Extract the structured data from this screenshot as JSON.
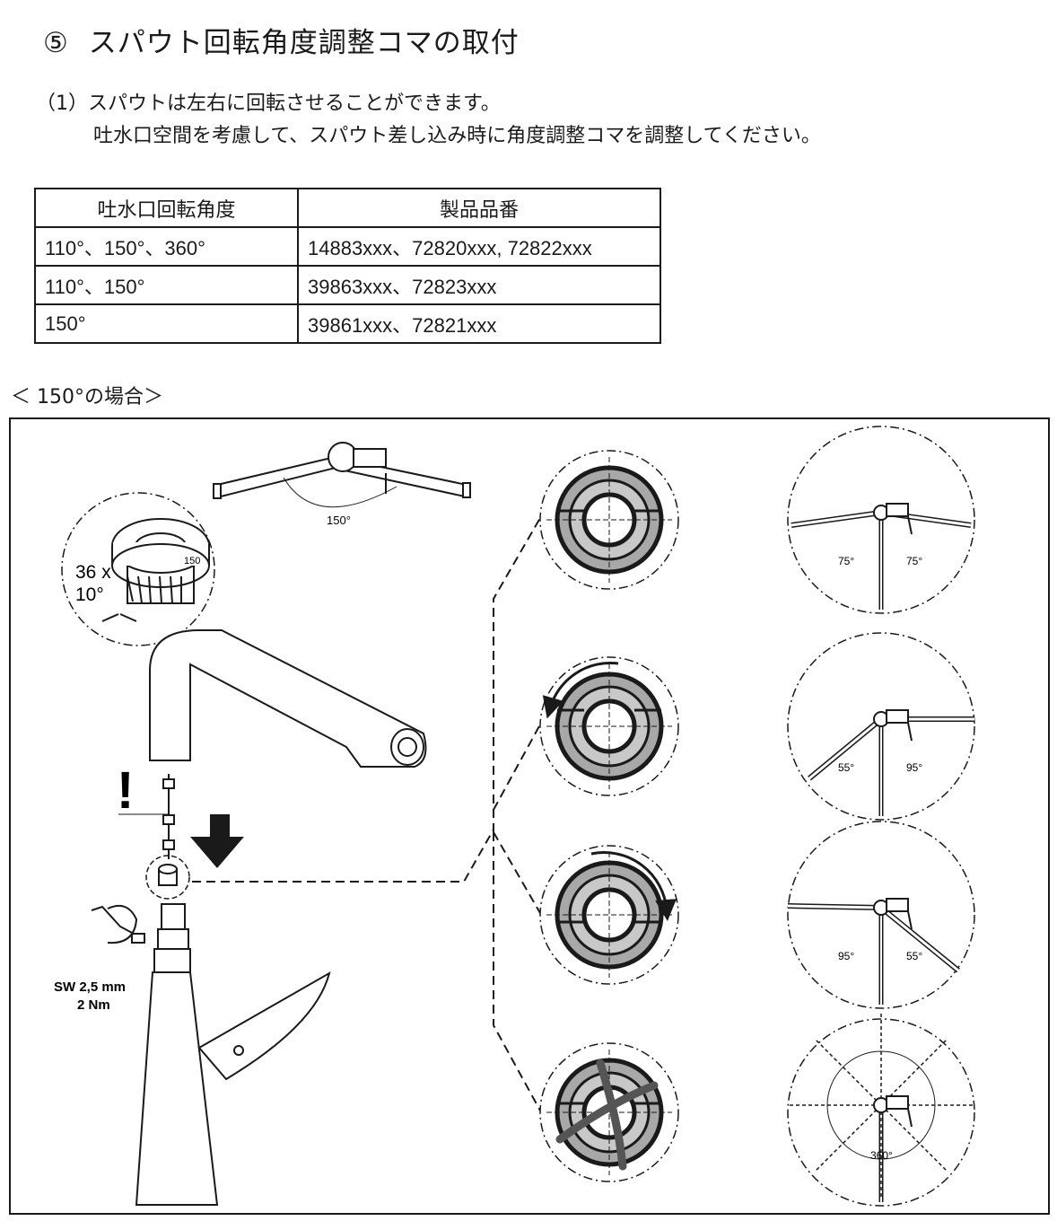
{
  "heading": {
    "number": "⑤",
    "title": "スパウト回転角度調整コマの取付"
  },
  "intro": {
    "line1": "（1）スパウトは左右に回転させることができます。",
    "line2": "吐水口空間を考慮して、スパウト差し込み時に角度調整コマを調整してください。"
  },
  "table": {
    "headers": [
      "吐水口回転角度",
      "製品品番"
    ],
    "rows": [
      [
        "110°、150°、360°",
        "14883xxx、72820xxx, 72822xxx"
      ],
      [
        "110°、150°",
        "39863xxx、72823xxx"
      ],
      [
        "150°",
        "39861xxx、72821xxx"
      ]
    ]
  },
  "case_label": "＜ 150°の場合＞",
  "figure": {
    "top_angle": "150°",
    "piece_count": "36 x",
    "piece_step": "10°",
    "piece_mark": "150",
    "tool_size": "SW 2,5 mm",
    "torque": "2 Nm",
    "warning": "!",
    "rows": [
      {
        "left": "75°",
        "right": "75°"
      },
      {
        "left": "55°",
        "right": "95°"
      },
      {
        "left": "95°",
        "right": "55°"
      },
      {
        "full": "360°"
      }
    ]
  }
}
